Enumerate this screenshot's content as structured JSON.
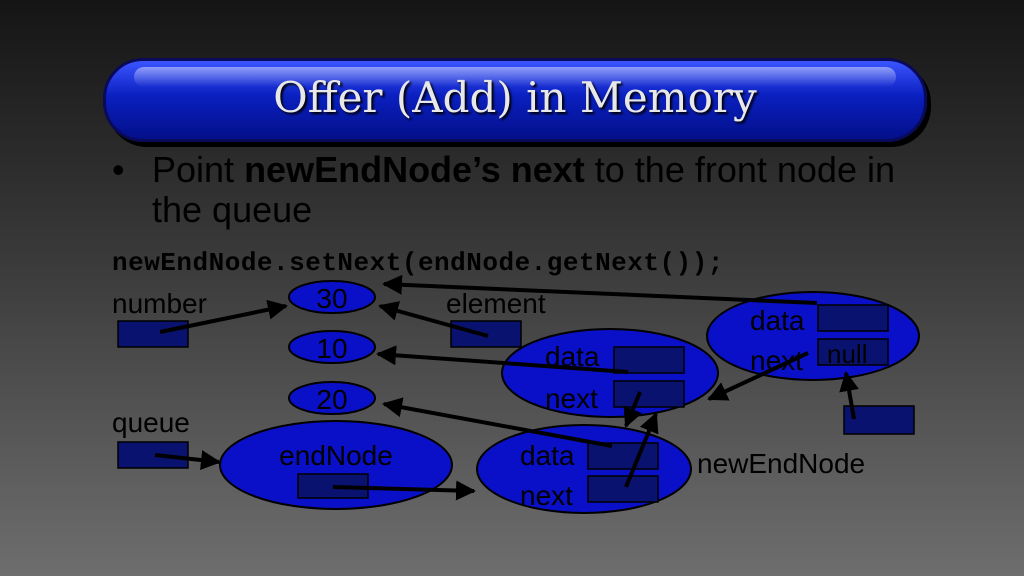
{
  "slide": {
    "title": "Offer (Add) in Memory",
    "bullet_marker": "•",
    "bullet_part1": "Point ",
    "bullet_bold": "newEndNode’s next",
    "bullet_part2": " to the front node in the queue",
    "code": "newEndNode.setNext(endNode.getNext());"
  },
  "labels": {
    "number": "number",
    "element": "element",
    "queue": "queue",
    "endNode": "endNode",
    "newEndNode": "newEndNode"
  },
  "values": {
    "v30": "30",
    "v10": "10",
    "v20": "20",
    "null": "null"
  },
  "fields": {
    "data": "data",
    "next": "next"
  },
  "colors": {
    "node_fill": "#0a10c8",
    "cell_fill": "#0a1270",
    "title_blue": "#0a1fbf"
  }
}
